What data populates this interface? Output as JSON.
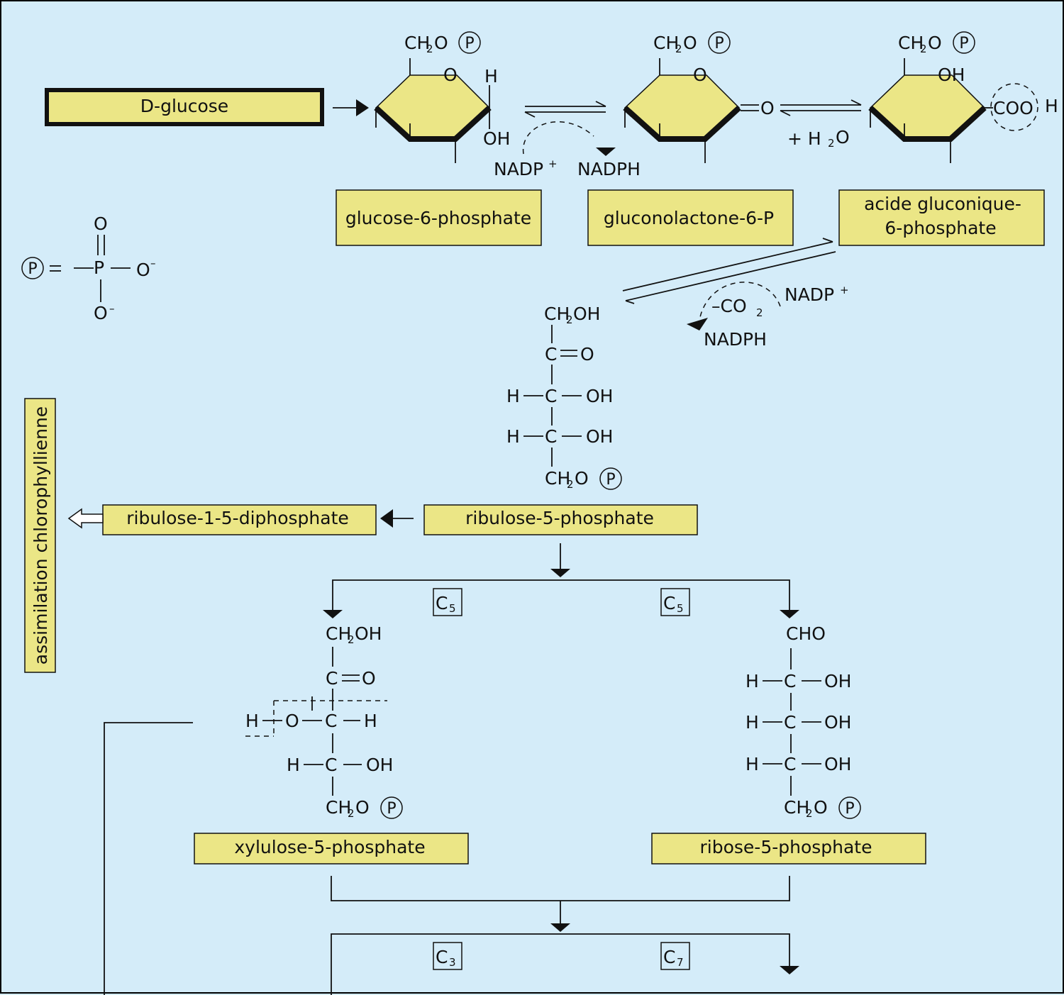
{
  "colors": {
    "background": "#d4ecf9",
    "box_fill": "#ebe686",
    "ink": "#111111"
  },
  "compounds": {
    "d_glucose": "D-glucose",
    "g6p": "glucose-6-phosphate",
    "gluconolactone": "gluconolactone-6-P",
    "gluconic_line1": "acide gluconique-",
    "gluconic_line2": "6-phosphate",
    "ribulose_5p": "ribulose-5-phosphate",
    "ribulose_15dp": "ribulose-1-5-diphosphate",
    "xylulose_5p": "xylulose-5-phosphate",
    "ribose_5p": "ribose-5-phosphate"
  },
  "side_label": "assimilation chlorophyllienne",
  "cofactors": {
    "nadp_plus": "NADP",
    "nadph": "NADPH",
    "plus_sign": "+",
    "water": "+ H",
    "water_o": "O",
    "co2_prefix": "–CO",
    "sub2": "2"
  },
  "phosphate_symbol": "P",
  "carbon_tags": {
    "c5": "C",
    "sub5": "5",
    "c3": "C",
    "sub3": "3",
    "c7": "C",
    "sub7": "7"
  },
  "atoms": {
    "ch2o": "CH",
    "o_after_sub": "O",
    "sub2": "2",
    "ch2oh_main": "CH",
    "oh": "OH",
    "h": "H",
    "o": "O",
    "c": "C",
    "cho": "CHO",
    "coo": "COO",
    "minus": "–",
    "p": "P"
  }
}
